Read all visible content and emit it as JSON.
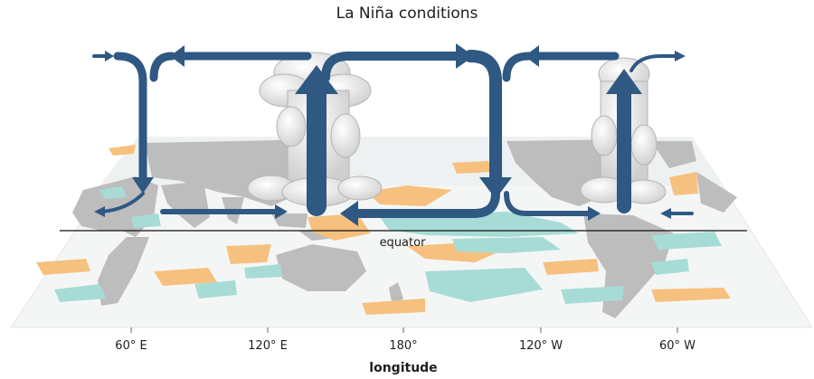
{
  "title": "La Niña conditions",
  "equator_label": "equator",
  "x_axis_label": "longitude",
  "longitude_ticks": [
    "60° E",
    "120° E",
    "180°",
    "120° W",
    "60° W"
  ],
  "colors": {
    "arrow": "#2f5883",
    "land": "#bdbdbd",
    "ocean": "#f4f6f6",
    "warm_anomaly": "#f6c17e",
    "cool_anomaly": "#a7dcd6",
    "cloud": "#e8e8e8",
    "equator_line": "#111111"
  },
  "legend": []
}
